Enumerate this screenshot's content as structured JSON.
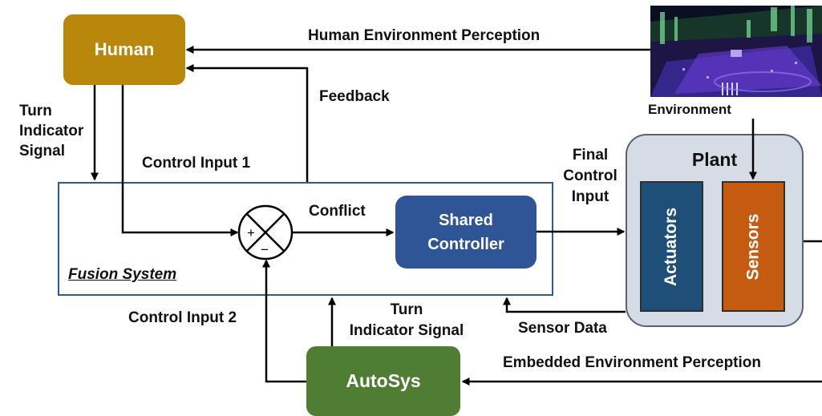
{
  "blocks": {
    "human": "Human",
    "autosys": "AutoSys",
    "shared_controller": [
      "Shared",
      "Controller"
    ],
    "fusion_system": "Fusion System",
    "plant": "Plant",
    "actuators": "Actuators",
    "sensors": "Sensors"
  },
  "labels": {
    "human_env_perception": "Human Environment Perception",
    "feedback": "Feedback",
    "environment": "Environment",
    "turn_indicator_signal_left": [
      "Turn",
      "Indicator",
      "Signal"
    ],
    "control_input_1": "Control Input 1",
    "conflict": "Conflict",
    "final_control_input": [
      "Final",
      "Control",
      "Input"
    ],
    "control_input_2": "Control Input 2",
    "turn_indicator_signal_bottom": [
      "Turn",
      "Indicator Signal"
    ],
    "sensor_data": "Sensor Data",
    "embedded_env_perception": "Embedded Environment Perception"
  },
  "summing_junction": {
    "plus": "+",
    "minus": "−"
  },
  "colors": {
    "human": "#b8870b",
    "autosys": "#4f7d34",
    "shared_controller": "#2f5597",
    "fusion_border": "#2e5d84",
    "plant_bg": "#d6dce5",
    "actuators": "#1f4e79",
    "sensors": "#c55a11"
  }
}
